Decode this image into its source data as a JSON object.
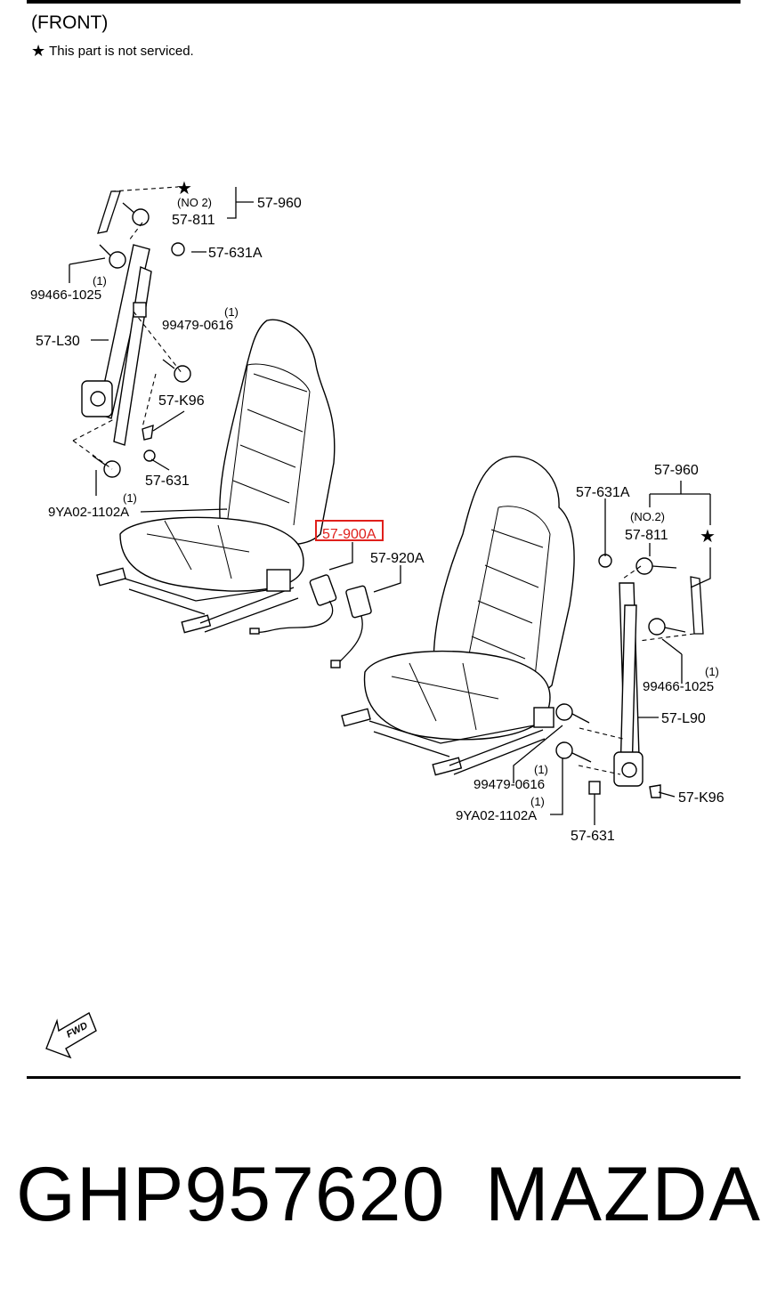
{
  "header": {
    "title": "(FRONT)",
    "note_icon": "star-icon",
    "note": "This part is not serviced."
  },
  "labels": {
    "l_57_960": "57-960",
    "l_no2": "(NO 2)",
    "l_57_811": "57-811",
    "l_57_631A": "57-631A",
    "l_qty_1a": "(1)",
    "l_99466_1025": "99466-1025",
    "l_qty_1b": "(1)",
    "l_99479_0616": "99479-0616",
    "l_57_L30": "57-L30",
    "l_57_K96": "57-K96",
    "l_57_631": "57-631",
    "l_qty_1c": "(1)",
    "l_9YA02_1102A": "9YA02-1102A",
    "l_57_900A": "57-900A",
    "l_57_920A": "57-920A",
    "r_57_631A": "57-631A",
    "r_57_960": "57-960",
    "r_no2": "(NO.2)",
    "r_57_811": "57-811",
    "r_qty_1a": "(1)",
    "r_99466_1025": "99466-1025",
    "r_57_L90": "57-L90",
    "r_qty_1b": "(1)",
    "r_99479_0616": "99479-0616",
    "r_qty_1c": "(1)",
    "r_9YA02_1102A": "9YA02-1102A",
    "r_57_631": "57-631",
    "r_57_K96": "57-K96"
  },
  "highlight": {
    "part": "57-900A",
    "color": "#e0201c"
  },
  "fwd_label": "FWD",
  "footer": {
    "part_number": "GHP957620",
    "brand": "MAZDA"
  }
}
